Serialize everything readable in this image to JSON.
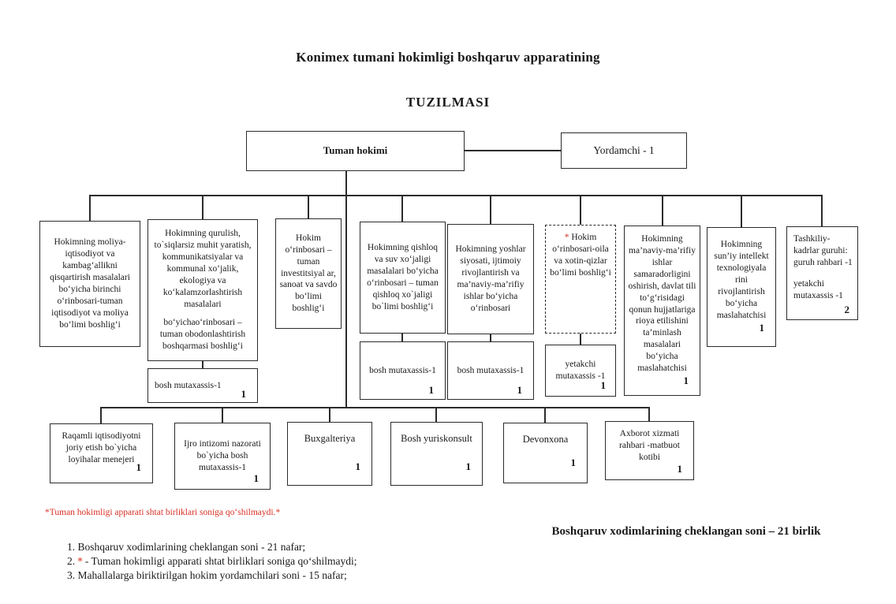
{
  "titles": {
    "line1": "Konimex tumani hokimligi boshqaruv apparatining",
    "line2": "TUZILMASI"
  },
  "root_box": {
    "label": "Tuman hokimi"
  },
  "assistant_box": {
    "label": "Yordamchi - 1"
  },
  "level2_boxes": [
    {
      "label": "Hokimning moliya-iqtisodiyot va kambag‘allikni qisqartirish masalalari bo‘yicha birinchi o‘rinbosari-tuman iqtisodiyot va moliya bo‘limi boshlig‘i"
    },
    {
      "label": "Hokimning qurulish, to`siqlarsiz muhit yaratish, kommunikatsiyalar va kommunal xo‘jalik, ekologiya va ko‘kalamzorlashtirish masalalari",
      "label2": "bo‘yichao‘rinbosari – tuman obodonlashtirish boshqarmasi boshlig‘i"
    },
    {
      "label": "Hokim o‘rinbosari – tuman investitsiyal ar, sanoat va savdo bo‘limi boshlig‘i"
    },
    {
      "label": "Hokimning qishloq va suv xo‘jaligi masalalari bo‘yicha o‘rinbosari – tuman qishloq xo`jaligi bo`limi boshlig‘i"
    },
    {
      "label": "Hokimning yoshlar siyosati, ijtimoiy rivojlantirish va ma’naviy-ma’rifiy ishlar bo‘yicha o‘rinbosari"
    },
    {
      "asterisk": "*",
      "label": "Hokim o‘rinbosari-oila va xotin-qizlar bo‘limi boshlig‘i"
    },
    {
      "label": "Hokimning ma’naviy-ma’rifiy ishlar samaradorligini oshirish, davlat tili to‘g‘risidagi qonun hujjatlariga rioya etilishini ta’minlash masalalari bo‘yicha maslahatchisi",
      "count": "1"
    },
    {
      "label": "Hokimning sun’iy intellekt texnologiyala rini rivojlantirish bo‘yicha maslahatchisi",
      "count": "1"
    },
    {
      "line1": "Tashkiliy-kadrlar guruhi: guruh rahbari -1",
      "line2": "yetakchi mutaxassis -1",
      "count": "2"
    }
  ],
  "sub_boxes": [
    {
      "label": "bosh mutaxassis-1",
      "count": "1"
    },
    {
      "label": "bosh mutaxassis-1",
      "count": "1"
    },
    {
      "label": "bosh mutaxassis-1",
      "count": "1"
    },
    {
      "label": "yetakchi mutaxassis -1",
      "count": "1"
    }
  ],
  "level3_boxes": [
    {
      "label": "Raqamli iqtisodiyotni joriy etish bo`yicha loyihalar menejeri",
      "count": "1"
    },
    {
      "label": "Ijro intizomi nazorati bo`yicha bosh mutaxassis-1",
      "count": "1"
    },
    {
      "label": "Buxgalteriya",
      "count": "1"
    },
    {
      "label": "Bosh yuriskonsult",
      "count": "1"
    },
    {
      "label": "Devonxona",
      "count": "1"
    },
    {
      "label": "Axborot xizmati rahbari -matbuot kotibi",
      "count": "1"
    }
  ],
  "footnote_red": "*Tuman hokimligi apparati shtat birliklari soniga qo‘shilmaydi.*",
  "summary": "Boshqaruv xodimlarining cheklangan soni – 21 birlik",
  "notes": [
    {
      "num": "1.",
      "star": "",
      "text": "Boshqaruv xodimlarining cheklangan soni - 21 nafar;"
    },
    {
      "num": "2.",
      "star": "*",
      "text": "- Tuman hokimligi apparati shtat birliklari soniga qo‘shilmaydi;"
    },
    {
      "num": "3.",
      "star": "",
      "text": "Mahallalarga biriktirilgan hokim yordamchilari soni - 15 nafar;"
    }
  ],
  "colors": {
    "accent_red": "#d93025",
    "line": "#2b2b2b"
  }
}
